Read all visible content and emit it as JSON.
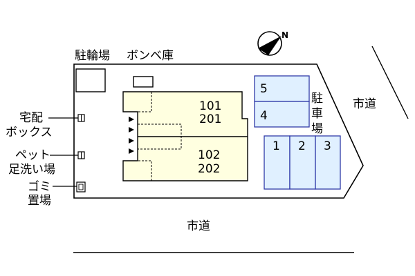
{
  "labels": {
    "bicycle_parking": "駐輪場",
    "gas_cylinder_storage": "ボンベ庫",
    "delivery_box_line1": "宅配",
    "delivery_box_line2": "ボックス",
    "pet_wash_line1": "ペット",
    "pet_wash_line2": "足洗い場",
    "garbage_line1": "ゴミ",
    "garbage_line2": "置場",
    "parking_char1": "駐",
    "parking_char2": "車",
    "parking_char3": "場",
    "city_road_east": "市道",
    "city_road_south": "市道",
    "compass_north": "N"
  },
  "units": {
    "upper_first": "101",
    "upper_second": "201",
    "lower_first": "102",
    "lower_second": "202"
  },
  "parking_spaces": [
    "1",
    "2",
    "3",
    "4",
    "5"
  ],
  "colors": {
    "building_fill": "#ffffe0",
    "parking_fill": "#e0f0ff",
    "parking_stroke": "#2f3aa8",
    "site_stroke": "#000000"
  }
}
